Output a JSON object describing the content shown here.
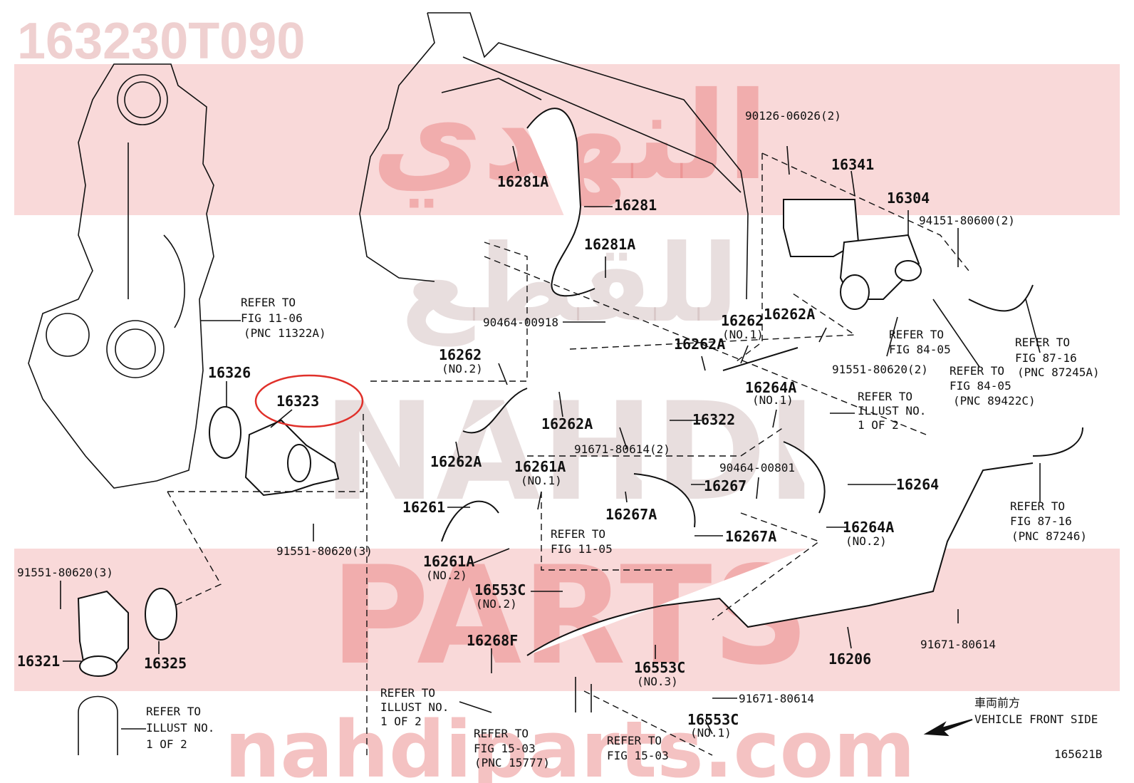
{
  "part_number_watermark": "163230T090",
  "watermark": {
    "arabic_top": "النهدي",
    "arabic_mid": "للقطع",
    "brand_a": "NAHDI",
    "brand_b": "PARTS",
    "site": "nahdiparts.com"
  },
  "highlight_color": "#e0302a",
  "labels": {
    "p16323": "16323",
    "p16326": "16326",
    "p16321": "16321",
    "p16325": "16325",
    "p16281": "16281",
    "p16281A_top": "16281A",
    "p16281A_mid": "16281A",
    "p90464_00918": "90464-00918",
    "p90126": "90126-06026(2)",
    "p16341": "16341",
    "p16304": "16304",
    "p94151": "94151-80600(2)",
    "p16262_no1": "16262",
    "no1_a": "(NO.1)",
    "p16262A_r": "16262A",
    "p16262A_m": "16262A",
    "p16262_no2": "16262",
    "no2_a": "(NO.2)",
    "p16262A_b": "16262A",
    "p16262A_c": "16262A",
    "p16322": "16322",
    "p91671_2": "91671-80614(2)",
    "p91551_2": "91551-80620(2)",
    "p16264A_no1": "16264A",
    "no1_b": "(NO.1)",
    "p16264": "16264",
    "p16264A_no2": "16264A",
    "no2_b": "(NO.2)",
    "p16267": "16267",
    "p16267A_a": "16267A",
    "p16267A_b": "16267A",
    "p90464_00801": "90464-00801",
    "p16261A_no1": "16261A",
    "no1_c": "(NO.1)",
    "p16261": "16261",
    "p16261A_no2": "16261A",
    "no2_c": "(NO.2)",
    "p16553C_no2": "16553C",
    "no2_d": "(NO.2)",
    "p16268F": "16268F",
    "p16553C_no3": "16553C",
    "no3": "(NO.3)",
    "p16553C_no1": "16553C",
    "no1_d": "(NO.1)",
    "p91671_a": "91671-80614",
    "p91671_b": "91671-80614",
    "p16206": "16206",
    "p91551_3a": "91551-80620(3)",
    "p91551_3b": "91551-80620(3)",
    "illus_code": "165621B"
  },
  "refs": {
    "r1": [
      "REFER TO",
      "FIG 11-06",
      "(PNC 11322A)"
    ],
    "r2": [
      "REFER TO",
      "FIG 84-05"
    ],
    "r3": [
      "REFER TO",
      "FIG 87-16",
      "(PNC 87245A)"
    ],
    "r4": [
      "REFER TO",
      "FIG 84-05",
      "(PNC 89422C)"
    ],
    "r5": [
      "REFER TO",
      "ILLUST NO.",
      "1 OF 2"
    ],
    "r6": [
      "REFER TO",
      "FIG 11-05"
    ],
    "r7": [
      "REFER TO",
      "FIG 87-16",
      "(PNC 87246)"
    ],
    "r8": [
      "REFER TO",
      "ILLUST NO.",
      "1 OF 2"
    ],
    "r9": [
      "REFER TO",
      "ILLUST NO.",
      "1 OF 2"
    ],
    "r10": [
      "REFER TO",
      "FIG 15-03",
      "(PNC 15777)"
    ],
    "r11": [
      "REFER TO",
      "FIG 15-03"
    ]
  },
  "direction": {
    "jp": "車両前方",
    "en": "VEHICLE FRONT SIDE"
  }
}
